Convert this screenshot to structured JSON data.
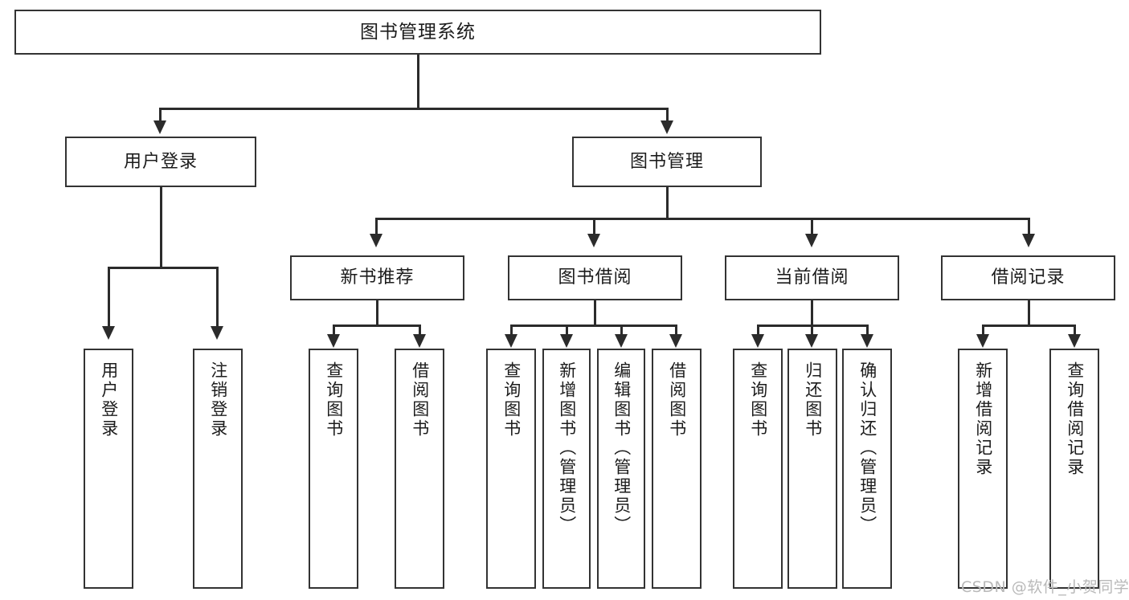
{
  "diagram": {
    "type": "tree-hierarchy",
    "title": "图书管理系统",
    "orientation": "top-down",
    "colors": {
      "box_border": "#333333",
      "box_fill": "#ffffff",
      "connector": "#2b2b2b",
      "text": "#1c1c1c",
      "watermark": "#b9b9b9",
      "background": "#ffffff"
    },
    "levels": 4
  },
  "root": {
    "label": "图书管理系统"
  },
  "level2": [
    {
      "label": "用户登录"
    },
    {
      "label": "图书管理"
    }
  ],
  "level3": [
    {
      "label": "新书推荐"
    },
    {
      "label": "图书借阅"
    },
    {
      "label": "当前借阅"
    },
    {
      "label": "借阅记录"
    }
  ],
  "leaves": {
    "user_login": [
      {
        "label": "用户登录"
      },
      {
        "label": "注销登录"
      }
    ],
    "new_book_recommend": [
      {
        "label": "查询图书"
      },
      {
        "label": "借阅图书"
      }
    ],
    "book_borrow": [
      {
        "label": "查询图书"
      },
      {
        "label": "新增图书（管理员）"
      },
      {
        "label": "编辑图书（管理员）"
      },
      {
        "label": "借阅图书"
      }
    ],
    "current_borrow": [
      {
        "label": "查询图书"
      },
      {
        "label": "归还图书"
      },
      {
        "label": "确认归还（管理员）"
      }
    ],
    "borrow_record": [
      {
        "label": "新增借阅记录"
      },
      {
        "label": "查询借阅记录"
      }
    ]
  },
  "watermark": {
    "text": "CSDN @软件_小贺同学"
  }
}
